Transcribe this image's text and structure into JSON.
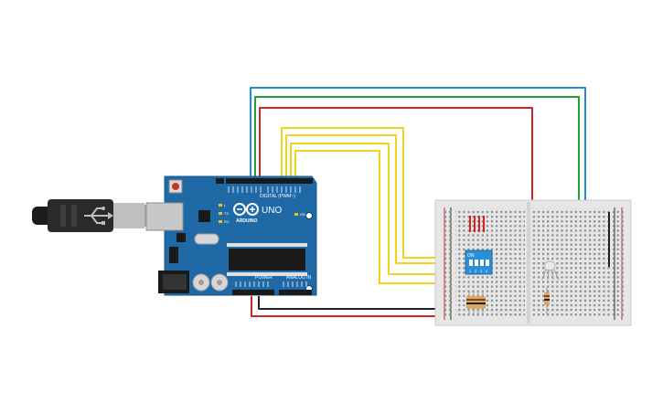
{
  "arduino": {
    "brand": "ARDUINO",
    "model": "UNO",
    "digital_label": "DIGITAL (PWM~)",
    "power_label": "POWER",
    "analog_label": "ANALOG IN",
    "on_label": "ON",
    "tx_label": "TX",
    "rx_label": "RX",
    "l_label": "L",
    "board_color": "#1f6aa6"
  },
  "dip_switch": {
    "on_label": "ON",
    "numbers": [
      "1",
      "2",
      "3",
      "4"
    ],
    "color": "#2a8fd4"
  },
  "wire_colors": {
    "blue": "#1e8fd6",
    "green": "#22a03a",
    "red": "#d22424",
    "yellow": "#f2d21a",
    "black": "#222222"
  }
}
